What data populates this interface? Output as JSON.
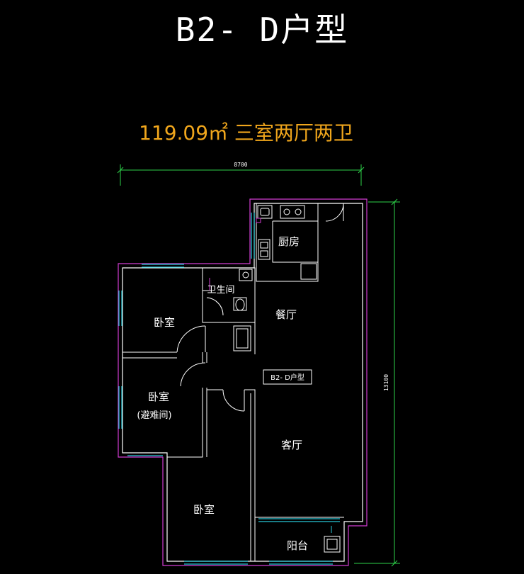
{
  "header": {
    "title": "B2- D户型",
    "subtitle": "119.09㎡  三室两厅两卫"
  },
  "dimensions": {
    "width_label": "8700",
    "height_label": "13100"
  },
  "rooms": {
    "kitchen": "厨房",
    "bathroom": "卫生间",
    "dining": "餐厅",
    "bedroom_1": "卧室",
    "bedroom_2": "卧室",
    "bedroom_2_note": "(避难间)",
    "living": "客厅",
    "bedroom_3": "卧室",
    "balcony": "阳台",
    "unit_tag": "B2- D户型"
  },
  "colors": {
    "wall_outer": "#d23cd2",
    "wall_inner": "#ffffff",
    "window": "#28c8d8",
    "fixture": "#ffffff",
    "dimension": "#2ed24a",
    "accent": "#f0a61c"
  }
}
